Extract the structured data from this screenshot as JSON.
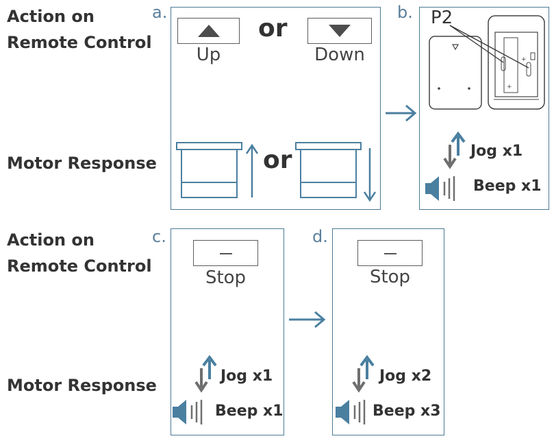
{
  "labels": {
    "action_line1": "Action on",
    "action_line2": "Remote Control",
    "motor_response": "Motor Response"
  },
  "panel_a": {
    "letter": "a.",
    "up_label": "Up",
    "down_label": "Down",
    "or_top": "or",
    "or_bottom": "or"
  },
  "panel_b": {
    "letter": "b.",
    "button_label": "P2",
    "jog": "Jog x1",
    "beep": "Beep x1"
  },
  "panel_c": {
    "letter": "c.",
    "button_label": "Stop",
    "jog": "Jog x1",
    "beep": "Beep x1"
  },
  "panel_d": {
    "letter": "d.",
    "button_label": "Stop",
    "jog": "Jog x2",
    "beep": "Beep x3"
  },
  "colors": {
    "blue": "#4a7fa0",
    "gray": "#6f6f6f",
    "border": "#4b7894",
    "text": "#333333"
  },
  "icons": [
    "up-triangle-icon",
    "down-triangle-icon",
    "shade-up-icon",
    "shade-down-icon",
    "jog-arrows-icon",
    "speaker-beep-icon",
    "next-arrow-icon",
    "remote-battery-icon"
  ]
}
